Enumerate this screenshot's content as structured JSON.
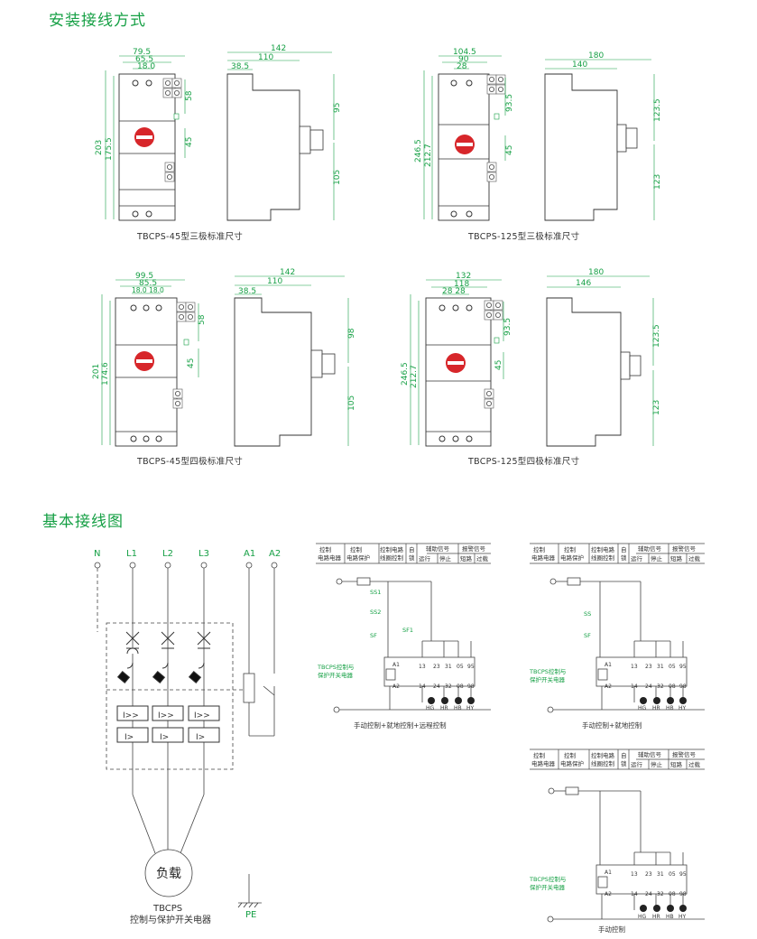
{
  "sections": {
    "install_title": "安装接线方式",
    "wiring_title": "基本接线图"
  },
  "drawings": [
    {
      "caption": "TBCPS-45型三极标准尺寸",
      "front_width": "79.5",
      "front_inner": "65.5",
      "front_pitch": "18.0",
      "height_total": "203",
      "height_body": "175.5",
      "top_dim": "58",
      "mid_dim": "45",
      "side_total": "142",
      "side_mid": "110",
      "side_left": "38.5",
      "side_upper": "95",
      "side_lower": "105"
    },
    {
      "caption": "TBCPS-125型三极标准尺寸",
      "front_width": "104.5",
      "front_inner": "90",
      "front_pitch": "28",
      "height_total": "246.5",
      "height_body": "212.7",
      "top_dim": "93.5",
      "mid_dim": "45",
      "side_total": "180",
      "side_mid": "140",
      "side_upper": "123.5",
      "side_lower": "123"
    },
    {
      "caption": "TBCPS-45型四极标准尺寸",
      "front_width": "99.5",
      "front_inner": "85.5",
      "front_pitch": "18.0 18.0",
      "height_total": "201",
      "height_body": "174.6",
      "top_dim": "58",
      "mid_dim": "45",
      "side_total": "142",
      "side_mid": "110",
      "side_left": "38.5",
      "side_upper": "98",
      "side_lower": "105"
    },
    {
      "caption": "TBCPS-125型四极标准尺寸",
      "front_width": "132",
      "front_inner": "118",
      "front_pitch": "28 28",
      "height_total": "246.5",
      "height_body": "212.7",
      "top_dim": "93.5",
      "mid_dim": "45",
      "side_total": "180",
      "side_mid": "146",
      "side_upper": "123.5",
      "side_lower": "123"
    }
  ],
  "main_circuit": {
    "terminals": [
      "N",
      "L1",
      "L2",
      "L3",
      "A1",
      "A2"
    ],
    "load": "负载",
    "device_name": "TBCPS",
    "device_desc": "控制与保护开关电器",
    "pe": "PE"
  },
  "control_table": {
    "col1a": "控制",
    "col1b": "电路电器",
    "col2a": "控制",
    "col2b": "电路保护",
    "col3a": "控制电路",
    "col3b": "线圈控制",
    "col4a": "自",
    "col4b": "锁",
    "aux": "辅助信号",
    "alarm": "报警信号",
    "run": "运行",
    "stop": "停止",
    "short": "短路",
    "overload": "过载"
  },
  "control_circuits": [
    {
      "caption": "手动控制+就地控制+远程控制",
      "buttons": [
        "SS1",
        "SS2",
        "SF1",
        "SF"
      ]
    },
    {
      "caption": "手动控制+就地控制",
      "buttons": [
        "SS",
        "SF"
      ]
    },
    {
      "caption": "手动控制",
      "buttons": []
    }
  ],
  "control_labels": {
    "device": "TBCPS控制与",
    "device2": "保护开关电器",
    "a1": "A1",
    "a2": "A2",
    "contacts_top": [
      "13",
      "23",
      "31",
      "05",
      "95"
    ],
    "contacts_bottom": [
      "14",
      "24",
      "32",
      "08",
      "98"
    ],
    "lamps": [
      "HG",
      "HR",
      "HB",
      "HY"
    ]
  }
}
